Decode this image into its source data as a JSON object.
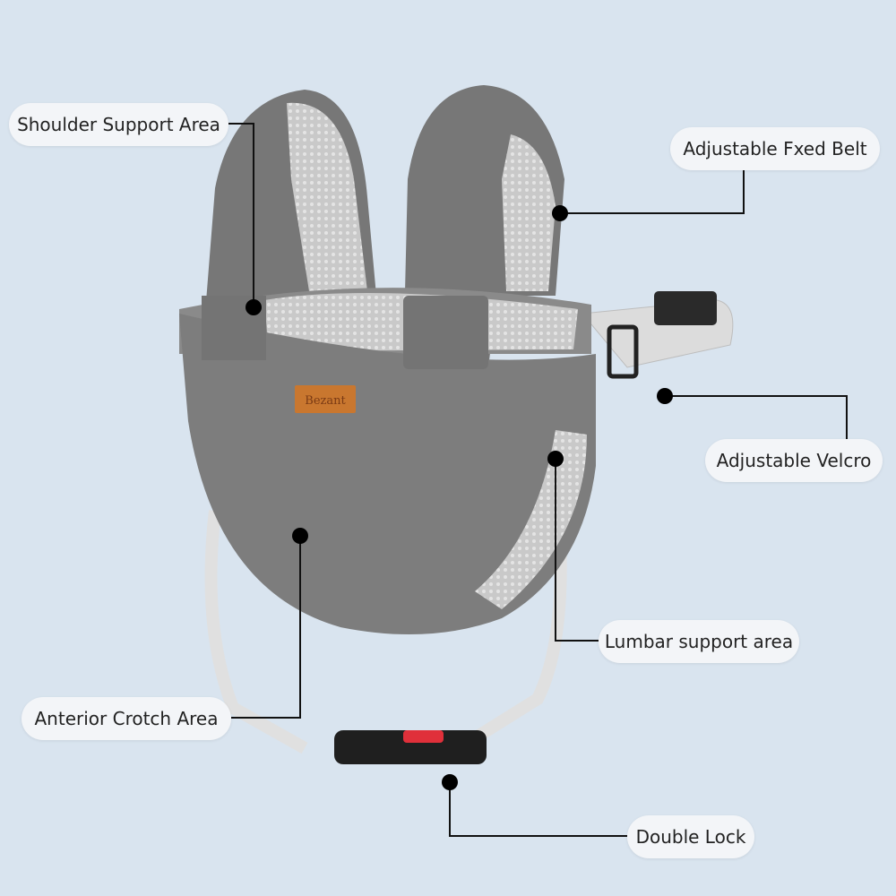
{
  "brand_logo": "Bezant",
  "colors": {
    "background": "#d9e4ef",
    "fabric": "#7b7b7b",
    "mesh": "#cfcfcf",
    "strap": "#dcdcdc",
    "buckle_accent": "#e0303a",
    "label_bg": "#f3f5f8"
  },
  "callouts": [
    {
      "label": "Shoulder Support Area"
    },
    {
      "label": "Adjustable Fxed Belt"
    },
    {
      "label": "Adjustable Velcro"
    },
    {
      "label": "Lumbar support area"
    },
    {
      "label": "Anterior Crotch Area"
    },
    {
      "label": "Double Lock"
    }
  ]
}
